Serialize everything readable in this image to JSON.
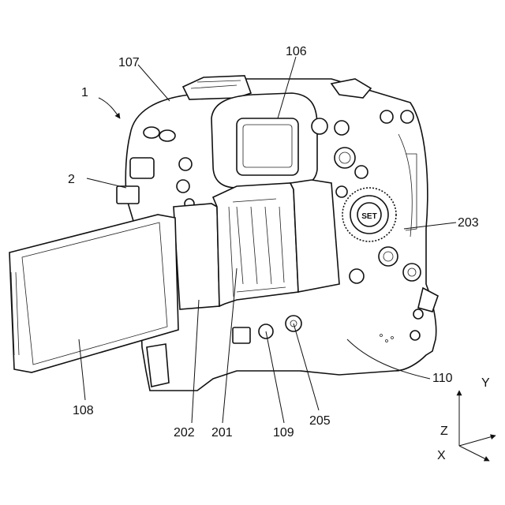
{
  "figure": {
    "refs": {
      "r1": "1",
      "r2": "2",
      "r106": "106",
      "r107": "107",
      "r203": "203",
      "r108": "108",
      "r202": "202",
      "r201": "201",
      "r109": "109",
      "r205": "205",
      "r110": "110"
    },
    "axes": {
      "y": "Y",
      "z": "Z",
      "x": "X"
    },
    "dial_label": "SET"
  }
}
